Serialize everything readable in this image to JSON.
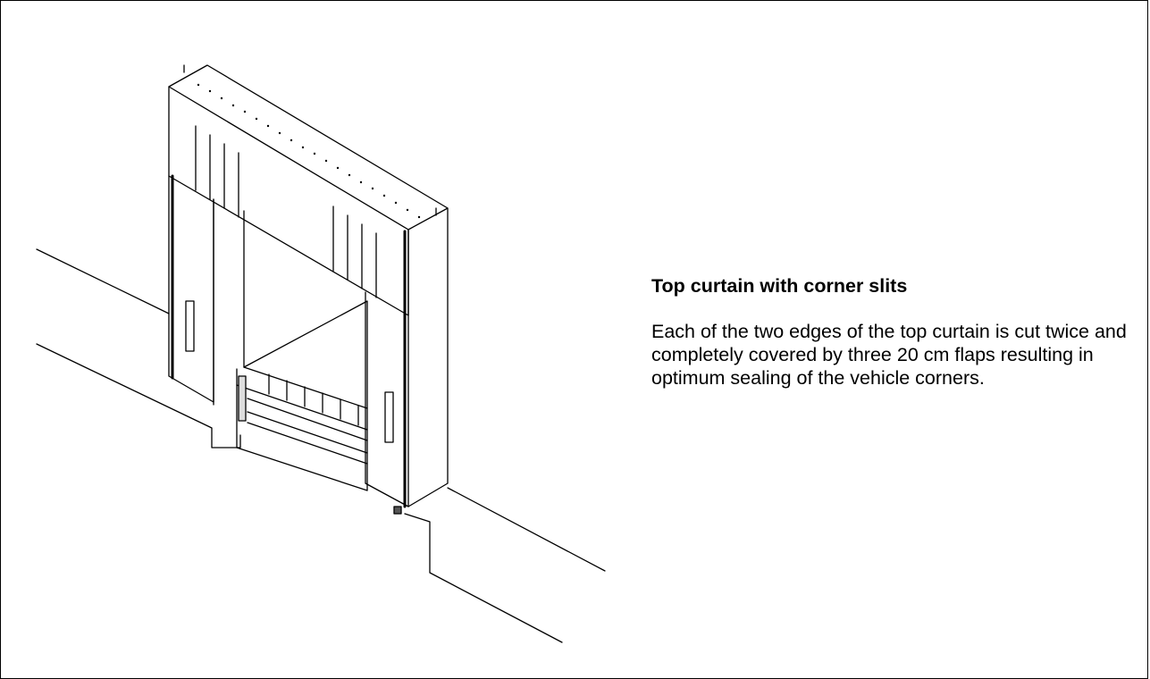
{
  "caption": {
    "title": "Top curtain with corner slits",
    "body": "Each of the two edges of the top curtain is cut twice and completely covered by three 20 cm flaps resulting in optimum sealing of the vehicle corners."
  },
  "drawing": {
    "subject": "dock shelter isometric line drawing"
  }
}
